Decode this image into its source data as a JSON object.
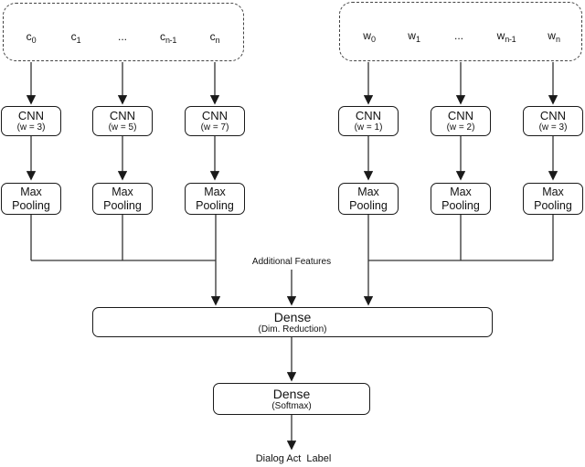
{
  "diagram": {
    "char_input": {
      "tokens": [
        {
          "base": "c",
          "sub": "0"
        },
        {
          "base": "c",
          "sub": "1"
        },
        {
          "base": "...",
          "sub": ""
        },
        {
          "base": "c",
          "sub": "n-1"
        },
        {
          "base": "c",
          "sub": "n"
        }
      ]
    },
    "word_input": {
      "tokens": [
        {
          "base": "w",
          "sub": "0"
        },
        {
          "base": "w",
          "sub": "1"
        },
        {
          "base": "...",
          "sub": ""
        },
        {
          "base": "w",
          "sub": "n-1"
        },
        {
          "base": "w",
          "sub": "n"
        }
      ]
    },
    "cnn_boxes": [
      {
        "title": "CNN",
        "subtitle": "(w = 3)"
      },
      {
        "title": "CNN",
        "subtitle": "(w = 5)"
      },
      {
        "title": "CNN",
        "subtitle": "(w = 7)"
      },
      {
        "title": "CNN",
        "subtitle": "(w = 1)"
      },
      {
        "title": "CNN",
        "subtitle": "(w = 2)"
      },
      {
        "title": "CNN",
        "subtitle": "(w = 3)"
      }
    ],
    "pooling_boxes": [
      {
        "line1": "Max",
        "line2": "Pooling"
      },
      {
        "line1": "Max",
        "line2": "Pooling"
      },
      {
        "line1": "Max",
        "line2": "Pooling"
      },
      {
        "line1": "Max",
        "line2": "Pooling"
      },
      {
        "line1": "Max",
        "line2": "Pooling"
      },
      {
        "line1": "Max",
        "line2": "Pooling"
      }
    ],
    "dense_reduction": {
      "title": "Dense",
      "subtitle": "(Dim. Reduction)"
    },
    "dense_softmax": {
      "title": "Dense",
      "subtitle": "(Softmax)"
    },
    "additional_features_label": "Additional Features",
    "output_label": "Dialog Act  Label",
    "colors": {
      "line": "#333333",
      "box_border": "#1a1a1a",
      "background": "#ffffff"
    }
  }
}
